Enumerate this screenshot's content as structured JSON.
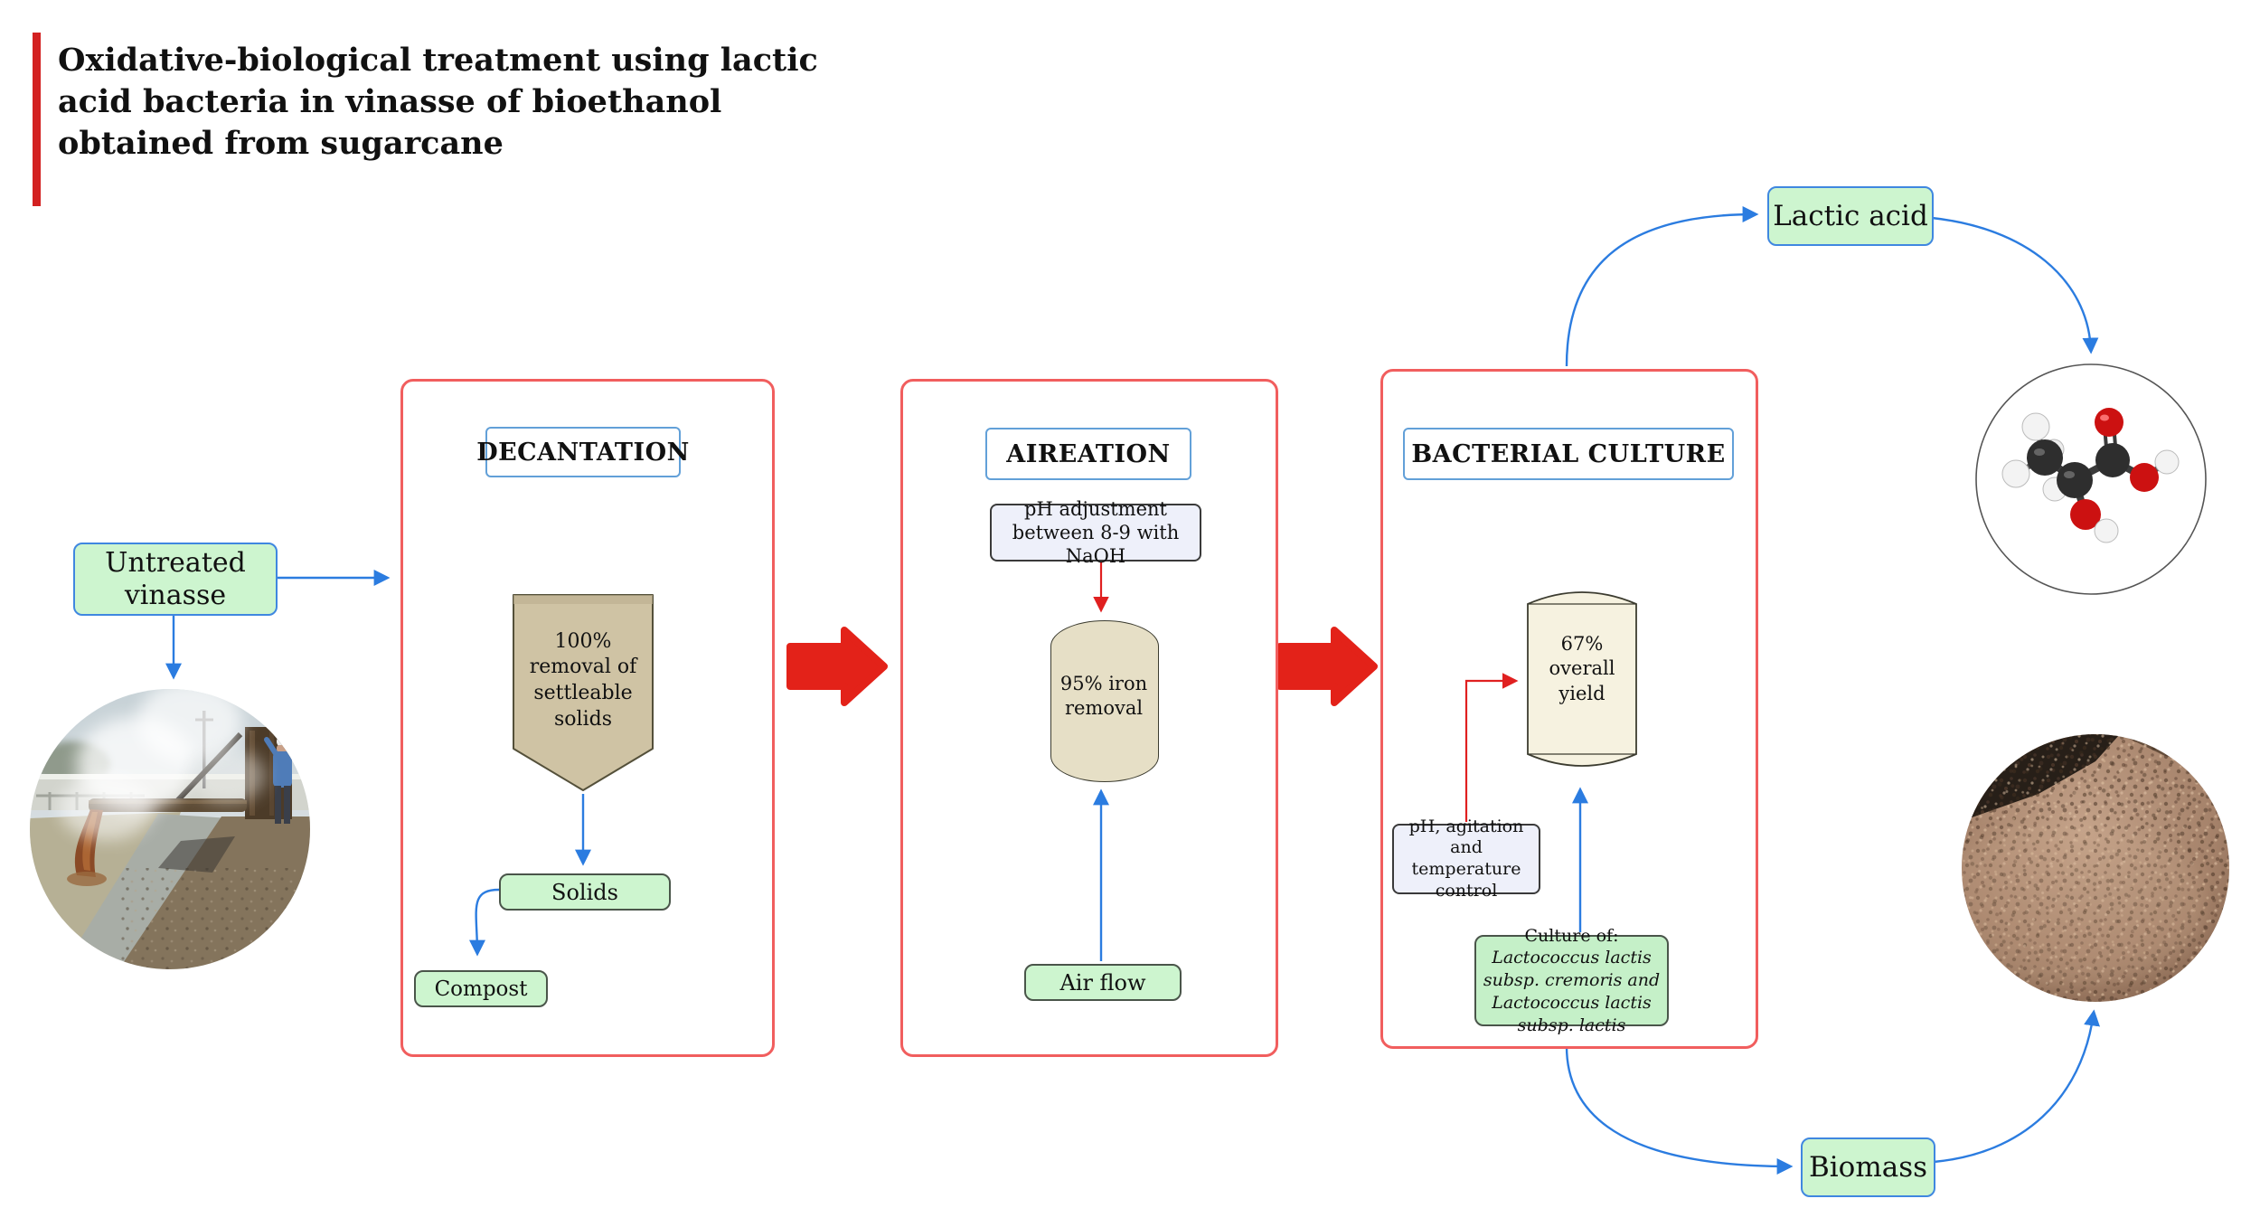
{
  "header": {
    "title_lines": [
      "Oxidative-biological treatment using lactic",
      "acid bacteria in vinasse of bioethanol",
      "obtained from sugarcane"
    ]
  },
  "inputs": {
    "untreated_vinasse_label": "Untreated vinasse"
  },
  "panels": {
    "decantation": {
      "title": "DECANTATION",
      "funnel_text": "100% removal of settleable solids",
      "solids_label": "Solids",
      "compost_label": "Compost"
    },
    "aireation": {
      "title": "AIREATION",
      "ph_note": "pH adjustment between 8-9 with NaOH",
      "vessel_text": "95% iron removal",
      "air_flow_label": "Air flow"
    },
    "bacterial_culture": {
      "title": "BACTERIAL CULTURE",
      "vessel_text": "67% overall yield",
      "control_note": "pH, agitation and temperature control",
      "culture_prefix": "Culture of: ",
      "culture_species": "Lactococcus lactis subsp. cremoris and Lactococcus lactis subsp. lactis"
    }
  },
  "outputs": {
    "lactic_acid_label": "Lactic acid",
    "biomass_label": "Biomass"
  },
  "images": {
    "vinasse_photo": "untreated-vinasse-discharge-photo",
    "molecule": "lactic-acid-3d-molecule",
    "biomass_photo": "dried-biomass-granules-photo"
  },
  "colors": {
    "panel_border": "#f15e5e",
    "arrow_blue": "#2b7ce0",
    "arrow_red": "#e02020",
    "block_arrow_red": "#e32219",
    "green_fill": "#cdf5cf",
    "lavender_fill": "#eef0fa",
    "funnel_fill": "#cfc3a4",
    "vessel_fill": "#e6dfc6",
    "vessel3_fill": "#f6f2e0",
    "title_border_blue": "#62a0d8",
    "header_bar_red": "#d32121"
  }
}
